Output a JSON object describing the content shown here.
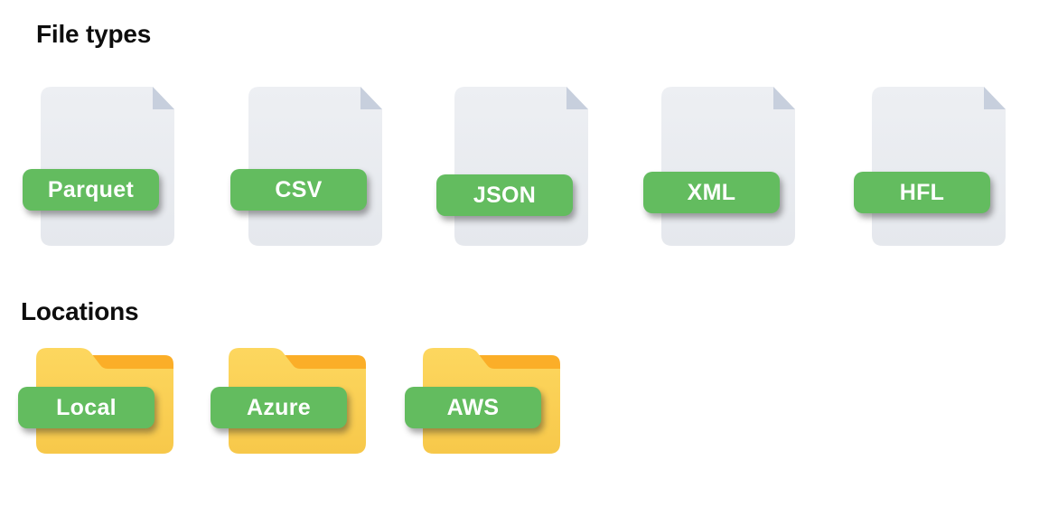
{
  "sections": [
    {
      "title": "File types",
      "icon": "document-icon",
      "items": [
        {
          "label": "Parquet"
        },
        {
          "label": "CSV"
        },
        {
          "label": "JSON"
        },
        {
          "label": "XML"
        },
        {
          "label": "HFL"
        }
      ]
    },
    {
      "title": "Locations",
      "icon": "folder-icon",
      "items": [
        {
          "label": "Local"
        },
        {
          "label": "Azure"
        },
        {
          "label": "AWS"
        }
      ]
    }
  ],
  "colors": {
    "page_bg": "#FFFFFF",
    "heading_color": "#0D0D0D",
    "badge_green": "#63BC5F",
    "badge_text": "#FFFFFF",
    "file_gray_top": "#EDEFF3",
    "file_gray_bottom": "#E5E8ED",
    "file_fold": "#C7CFDD",
    "folder_orange": "#FBAE28",
    "folder_yellow_top": "#FDD75F",
    "folder_yellow_bottom": "#F7C84A"
  }
}
